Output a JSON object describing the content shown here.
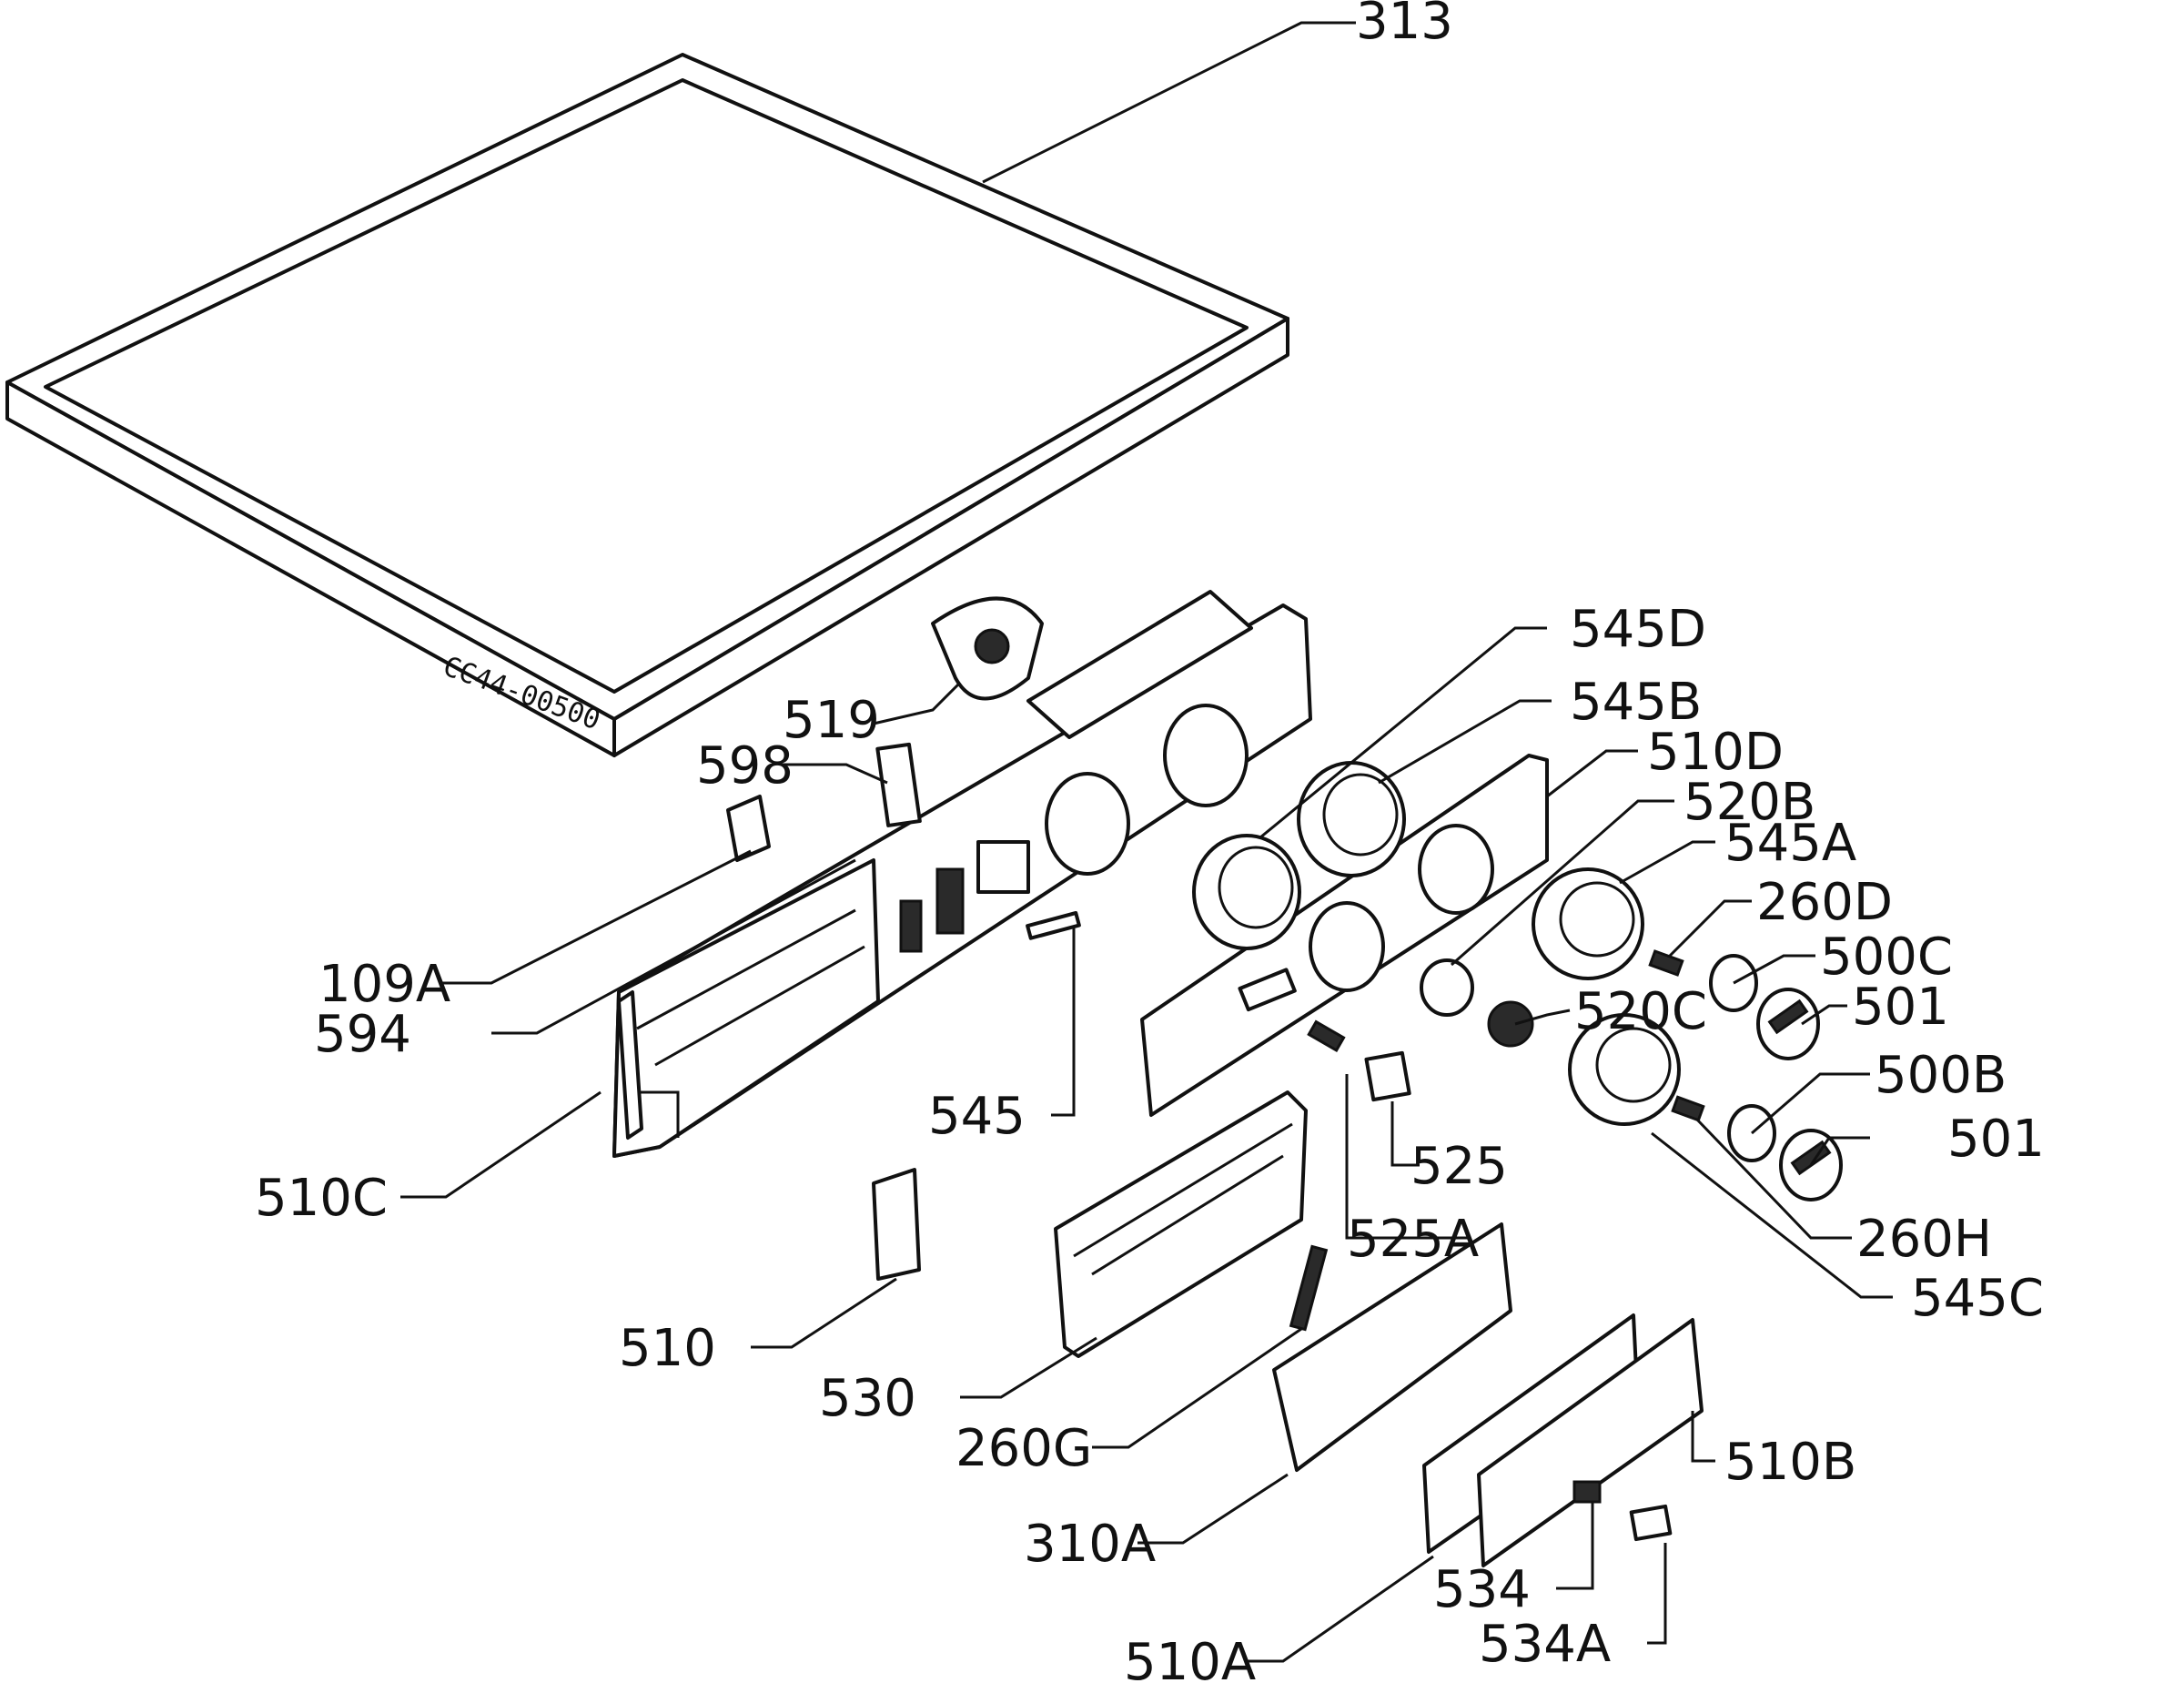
{
  "drawing": {
    "code": "CC44-00500",
    "labels": {
      "l313": "313",
      "l519": "519",
      "l598": "598",
      "l109a": "109A",
      "l594": "594",
      "l510c": "510C",
      "l545": "545",
      "l510": "510",
      "l530": "530",
      "l260g": "260G",
      "l310a": "310A",
      "l510a": "510A",
      "l534": "534",
      "l534a": "534A",
      "l510b": "510B",
      "l525a": "525A",
      "l525": "525",
      "l545c": "545C",
      "l260h": "260H",
      "l501b": "501",
      "l500b": "500B",
      "l501a": "501",
      "l500c": "500C",
      "l260d": "260D",
      "l545a": "545A",
      "l520b": "520B",
      "l510d": "510D",
      "l545b": "545B",
      "l545d": "545D",
      "l520c": "520C"
    }
  },
  "colors": {
    "ink": "#111111",
    "paper": "#ffffff"
  }
}
